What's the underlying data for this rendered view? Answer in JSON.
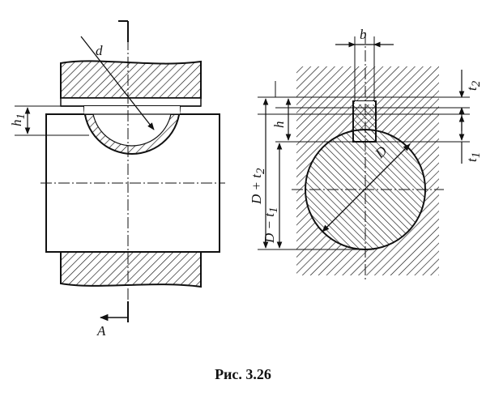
{
  "caption": "Рис. 3.26",
  "labels": {
    "section_mark": "A",
    "diameter": "d",
    "key_depth": "h",
    "key_depth_sub": "1",
    "key_width": "b",
    "hub_depth": "t",
    "hub_depth_sub": "2",
    "key_height": "h",
    "shaft_depth": "t",
    "shaft_depth_sub": "1",
    "d_plus": "D + t",
    "d_plus_sub": "2",
    "d_minus": "D − t",
    "d_minus_sub": "1",
    "d_shaft": "D"
  },
  "colors": {
    "ink": "#111111",
    "paper": "#ffffff"
  }
}
